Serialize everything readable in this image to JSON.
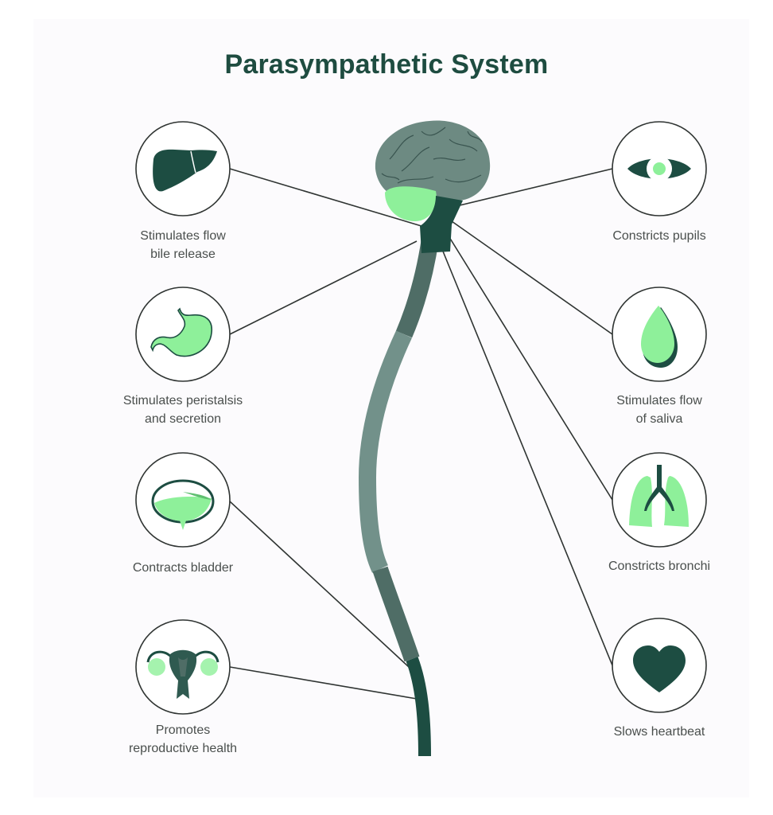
{
  "title": "Parasympathetic System",
  "colors": {
    "dark_green": "#1d4d42",
    "brain_gray": "#6d8a82",
    "light_green": "#8ef09a",
    "mid_gray_green": "#4f6d66",
    "light_gray_green": "#72918a",
    "line": "#2f3432",
    "text": "#4a4f4d"
  },
  "effects": {
    "left": [
      {
        "icon": "liver-icon",
        "line1": "Stimulates flow",
        "line2": "bile release"
      },
      {
        "icon": "stomach-icon",
        "line1": "Stimulates peristalsis",
        "line2": "and secretion"
      },
      {
        "icon": "bladder-icon",
        "line1": "Contracts bladder",
        "line2": ""
      },
      {
        "icon": "reproductive-organs-icon",
        "line1": "Promotes",
        "line2": "reproductive health"
      }
    ],
    "right": [
      {
        "icon": "eye-icon",
        "line1": "Constricts pupils",
        "line2": ""
      },
      {
        "icon": "saliva-drop-icon",
        "line1": "Stimulates flow",
        "line2": "of saliva"
      },
      {
        "icon": "lungs-icon",
        "line1": "Constricts bronchi",
        "line2": ""
      },
      {
        "icon": "heart-icon",
        "line1": "Slows heartbeat",
        "line2": ""
      }
    ]
  },
  "center": {
    "brain": "brain-icon",
    "spinal_cord": "spinal-cord"
  }
}
